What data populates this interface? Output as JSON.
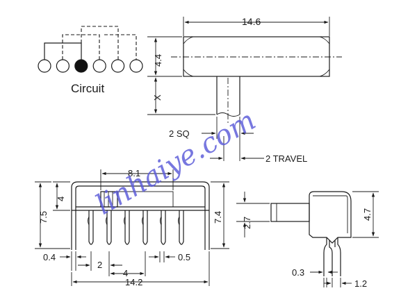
{
  "circuit": {
    "label": "Circuit",
    "pins": 6,
    "filled_pin_index": 2
  },
  "top_view": {
    "width_label": "14.6",
    "height_label": "4.4",
    "actuator_label": "X",
    "actuator_size_label": "2 SQ",
    "travel_label": "2 TRAVEL"
  },
  "front_view": {
    "slot_label": "8.1",
    "body_label": "4",
    "total_height_left_label": "7.5",
    "total_height_right_label": "7.4",
    "tab_label": "0.4",
    "pitch_label": "2",
    "span_label": "4",
    "pin_label": "0.5",
    "width_label": "14.2"
  },
  "side_view": {
    "actuator_label": "2.7",
    "height_label": "4.7",
    "thickness_label": "0.3",
    "pin_label": "1.2"
  },
  "watermark": "linhaiye.com",
  "colors": {
    "line": "#1a1a1a",
    "watermark": "#5a5ad8"
  }
}
